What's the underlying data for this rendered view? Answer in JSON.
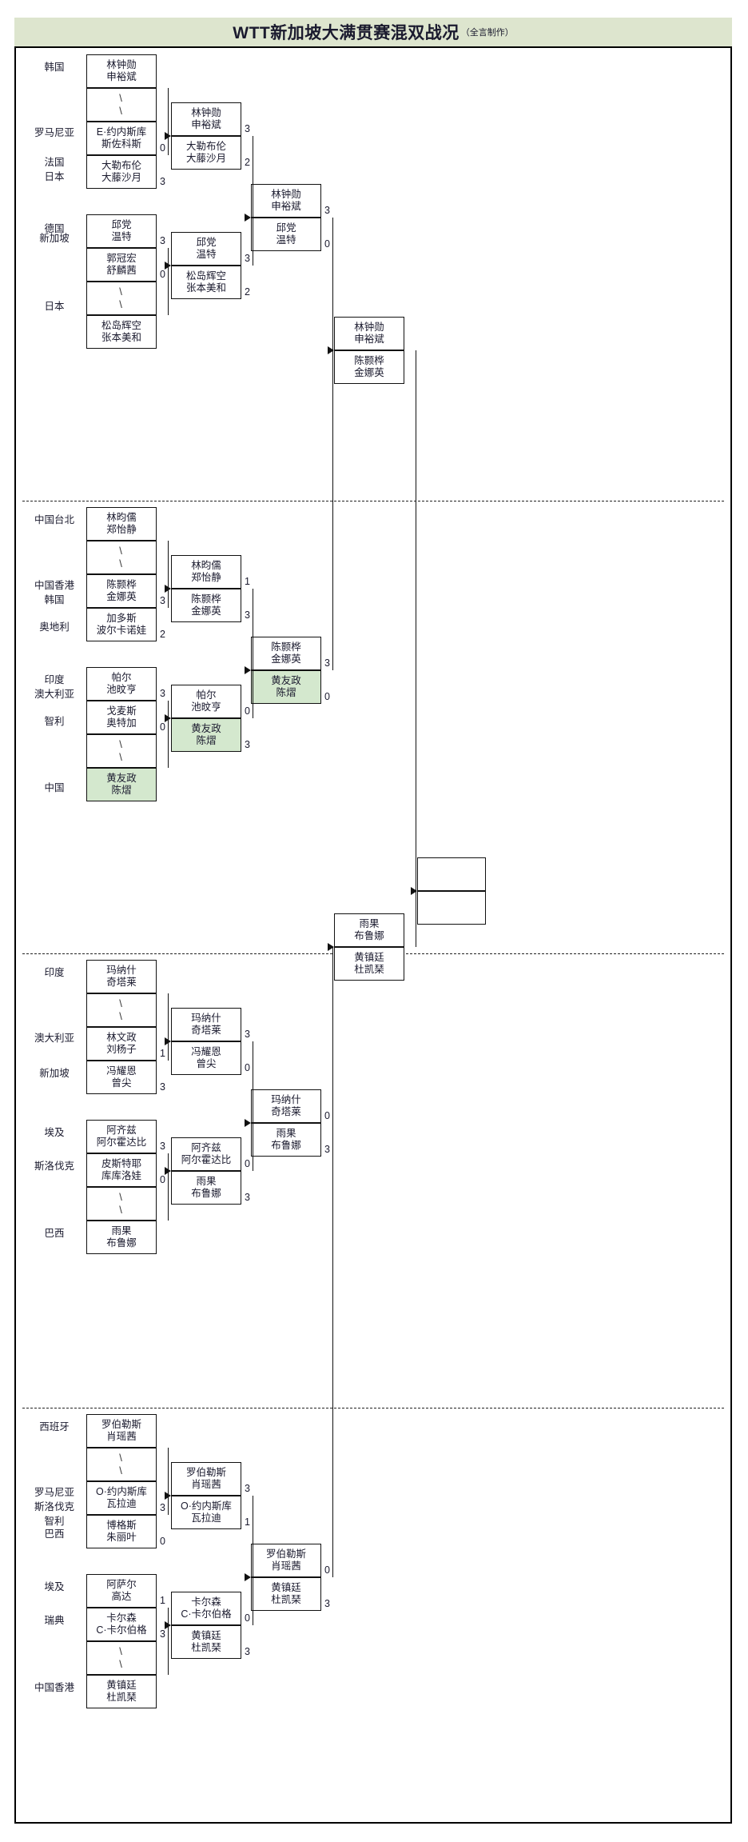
{
  "header": {
    "title_main": "WTT新加坡大满贯赛混双战况",
    "title_sub": "（全言制作）"
  },
  "colors": {
    "title_band": "#dde5ce",
    "highlight": "#d4e8ce",
    "line": "#111111",
    "frame": "#000000"
  },
  "bye_mark": "\\",
  "q1": {
    "countries": {
      "c1": "韩国",
      "c2": "罗马尼亚",
      "c3": "法国",
      "c4": "日本",
      "c5": "德国",
      "c6": "新加坡",
      "c7": "日本"
    },
    "r1": [
      {
        "p1": "林钟勋",
        "p2": "申裕斌",
        "score": ""
      },
      {
        "p1": "\\",
        "p2": "\\",
        "score": ""
      },
      {
        "p1": "E·约内斯库",
        "p2": "斯佐科斯",
        "score": "0"
      },
      {
        "p1": "大勒布伦",
        "p2": "大藤沙月",
        "score": "3"
      },
      {
        "p1": "邱党",
        "p2": "温特",
        "score": "3"
      },
      {
        "p1": "郭冠宏",
        "p2": "舒麟茜",
        "score": "0"
      },
      {
        "p1": "\\",
        "p2": "\\",
        "score": ""
      },
      {
        "p1": "松岛辉空",
        "p2": "张本美和",
        "score": ""
      }
    ],
    "r2": [
      {
        "p1": "林钟勋",
        "p2": "申裕斌",
        "score": "3"
      },
      {
        "p1": "大勒布伦",
        "p2": "大藤沙月",
        "score": "2"
      },
      {
        "p1": "邱党",
        "p2": "温特",
        "score": "3"
      },
      {
        "p1": "松岛辉空",
        "p2": "张本美和",
        "score": "2"
      }
    ],
    "r3": [
      {
        "p1": "林钟勋",
        "p2": "申裕斌",
        "score": "3"
      },
      {
        "p1": "邱党",
        "p2": "温特",
        "score": "0"
      }
    ]
  },
  "q2": {
    "countries": {
      "c1": "中国台北",
      "c2": "中国香港",
      "c3": "韩国",
      "c4": "奥地利",
      "c5": "印度",
      "c6": "澳大利亚",
      "c7": "智利",
      "c8": "中国"
    },
    "r1": [
      {
        "p1": "林昀儒",
        "p2": "郑怡静",
        "score": ""
      },
      {
        "p1": "\\",
        "p2": "\\",
        "score": ""
      },
      {
        "p1": "陈颢桦",
        "p2": "金娜英",
        "score": "3"
      },
      {
        "p1": "加多斯",
        "p2": "波尔卡诺娃",
        "score": "2"
      },
      {
        "p1": "帕尔",
        "p2": "池旼亨",
        "score": "3"
      },
      {
        "p1": "戈麦斯",
        "p2": "奥特加",
        "score": "0"
      },
      {
        "p1": "\\",
        "p2": "\\",
        "score": ""
      },
      {
        "p1": "黄友政",
        "p2": "陈熠",
        "score": "",
        "highlight": true
      }
    ],
    "r2": [
      {
        "p1": "林昀儒",
        "p2": "郑怡静",
        "score": "1"
      },
      {
        "p1": "陈颢桦",
        "p2": "金娜英",
        "score": "3"
      },
      {
        "p1": "帕尔",
        "p2": "池旼亨",
        "score": "0"
      },
      {
        "p1": "黄友政",
        "p2": "陈熠",
        "score": "3",
        "highlight": true
      }
    ],
    "r3": [
      {
        "p1": "陈颢桦",
        "p2": "金娜英",
        "score": "3"
      },
      {
        "p1": "黄友政",
        "p2": "陈熠",
        "score": "0",
        "highlight": true
      }
    ]
  },
  "q3": {
    "countries": {
      "c1": "印度",
      "c2": "澳大利亚",
      "c3": "新加坡",
      "c4": "埃及",
      "c5": "斯洛伐克",
      "c6": "巴西"
    },
    "r1": [
      {
        "p1": "玛纳什",
        "p2": "奇塔莱",
        "score": ""
      },
      {
        "p1": "\\",
        "p2": "\\",
        "score": ""
      },
      {
        "p1": "林文政",
        "p2": "刘杨子",
        "score": "1"
      },
      {
        "p1": "冯耀恩",
        "p2": "曾尖",
        "score": "3"
      },
      {
        "p1": "阿齐兹",
        "p2": "阿尔霍达比",
        "score": "3"
      },
      {
        "p1": "皮斯特耶",
        "p2": "库库洛娃",
        "score": "0"
      },
      {
        "p1": "\\",
        "p2": "\\",
        "score": ""
      },
      {
        "p1": "雨果",
        "p2": "布鲁娜",
        "score": ""
      }
    ],
    "r2": [
      {
        "p1": "玛纳什",
        "p2": "奇塔莱",
        "score": "3"
      },
      {
        "p1": "冯耀恩",
        "p2": "曾尖",
        "score": "0"
      },
      {
        "p1": "阿齐兹",
        "p2": "阿尔霍达比",
        "score": "0"
      },
      {
        "p1": "雨果",
        "p2": "布鲁娜",
        "score": "3"
      }
    ],
    "r3": [
      {
        "p1": "玛纳什",
        "p2": "奇塔莱",
        "score": "0"
      },
      {
        "p1": "雨果",
        "p2": "布鲁娜",
        "score": "3"
      }
    ]
  },
  "q4": {
    "countries": {
      "c1": "西班牙",
      "c2": "罗马尼亚",
      "c3": "斯洛伐克",
      "c4": "智利",
      "c5": "巴西",
      "c6": "埃及",
      "c7": "瑞典",
      "c8": "中国香港"
    },
    "r1": [
      {
        "p1": "罗伯勒斯",
        "p2": "肖瑶茜",
        "score": ""
      },
      {
        "p1": "\\",
        "p2": "\\",
        "score": ""
      },
      {
        "p1": "O·约内斯库",
        "p2": "瓦拉迪",
        "score": "3"
      },
      {
        "p1": "博格斯",
        "p2": "朱丽叶",
        "score": "0"
      },
      {
        "p1": "阿萨尔",
        "p2": "高达",
        "score": "1"
      },
      {
        "p1": "卡尔森",
        "p2": "C·卡尔伯格",
        "score": "3"
      },
      {
        "p1": "\\",
        "p2": "\\",
        "score": ""
      },
      {
        "p1": "黄镇廷",
        "p2": "杜凯琹",
        "score": ""
      }
    ],
    "r2": [
      {
        "p1": "罗伯勒斯",
        "p2": "肖瑶茜",
        "score": "3"
      },
      {
        "p1": "O·约内斯库",
        "p2": "瓦拉迪",
        "score": "1"
      },
      {
        "p1": "卡尔森",
        "p2": "C·卡尔伯格",
        "score": "0"
      },
      {
        "p1": "黄镇廷",
        "p2": "杜凯琹",
        "score": "3"
      }
    ],
    "r3": [
      {
        "p1": "罗伯勒斯",
        "p2": "肖瑶茜",
        "score": "0"
      },
      {
        "p1": "黄镇廷",
        "p2": "杜凯琹",
        "score": "3"
      }
    ]
  },
  "semifinals": {
    "top": [
      {
        "p1": "林钟勋",
        "p2": "申裕斌",
        "score": ""
      },
      {
        "p1": "陈颢桦",
        "p2": "金娜英",
        "score": ""
      }
    ],
    "bottom": [
      {
        "p1": "雨果",
        "p2": "布鲁娜",
        "score": ""
      },
      {
        "p1": "黄镇廷",
        "p2": "杜凯琹",
        "score": ""
      }
    ]
  },
  "final": {
    "slots": [
      {
        "p1": "",
        "p2": ""
      },
      {
        "p1": "",
        "p2": ""
      }
    ]
  }
}
